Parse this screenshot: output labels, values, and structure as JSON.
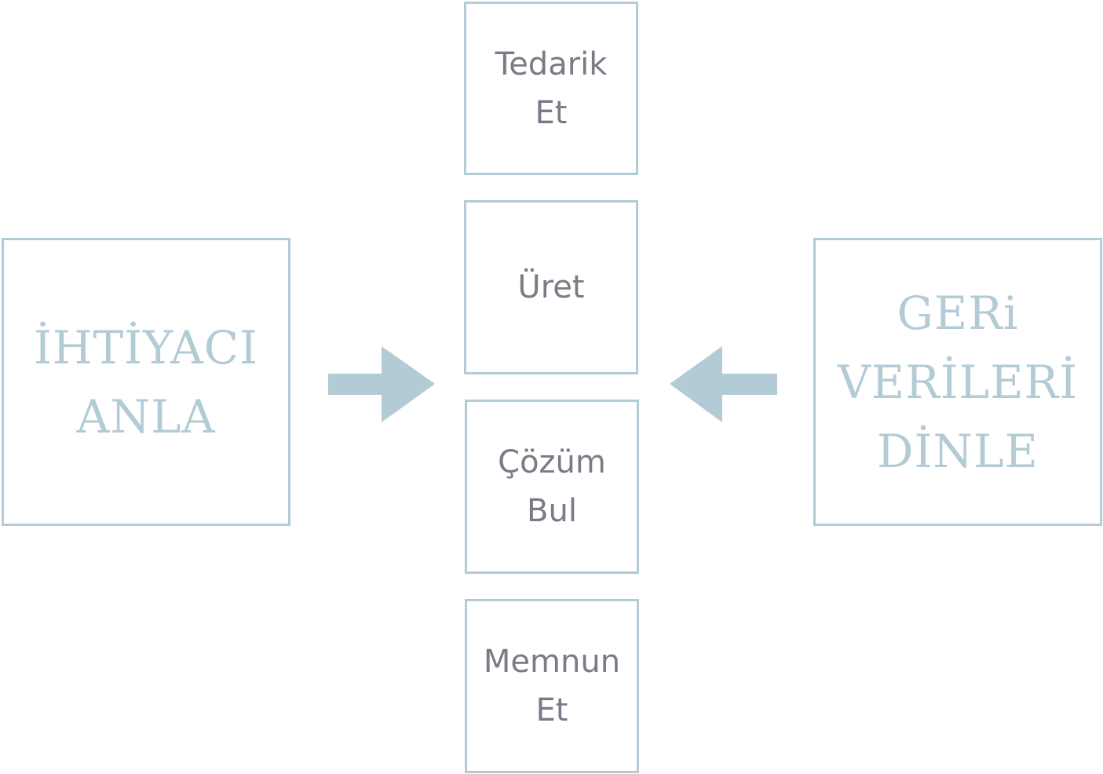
{
  "left_box": {
    "lines": [
      "İHTİYACI",
      "ANLA"
    ]
  },
  "right_box": {
    "lines": [
      "GERi",
      "VERİLERİ",
      "DİNLE"
    ]
  },
  "center_boxes": [
    {
      "lines": [
        "Tedarik",
        "Et"
      ]
    },
    {
      "lines": [
        "Üret"
      ]
    },
    {
      "lines": [
        "Çözüm",
        "Bul"
      ]
    },
    {
      "lines": [
        "Memnun",
        "Et"
      ]
    }
  ],
  "colors": {
    "accent": "#b3cbd5",
    "text": "#7b7a86"
  }
}
